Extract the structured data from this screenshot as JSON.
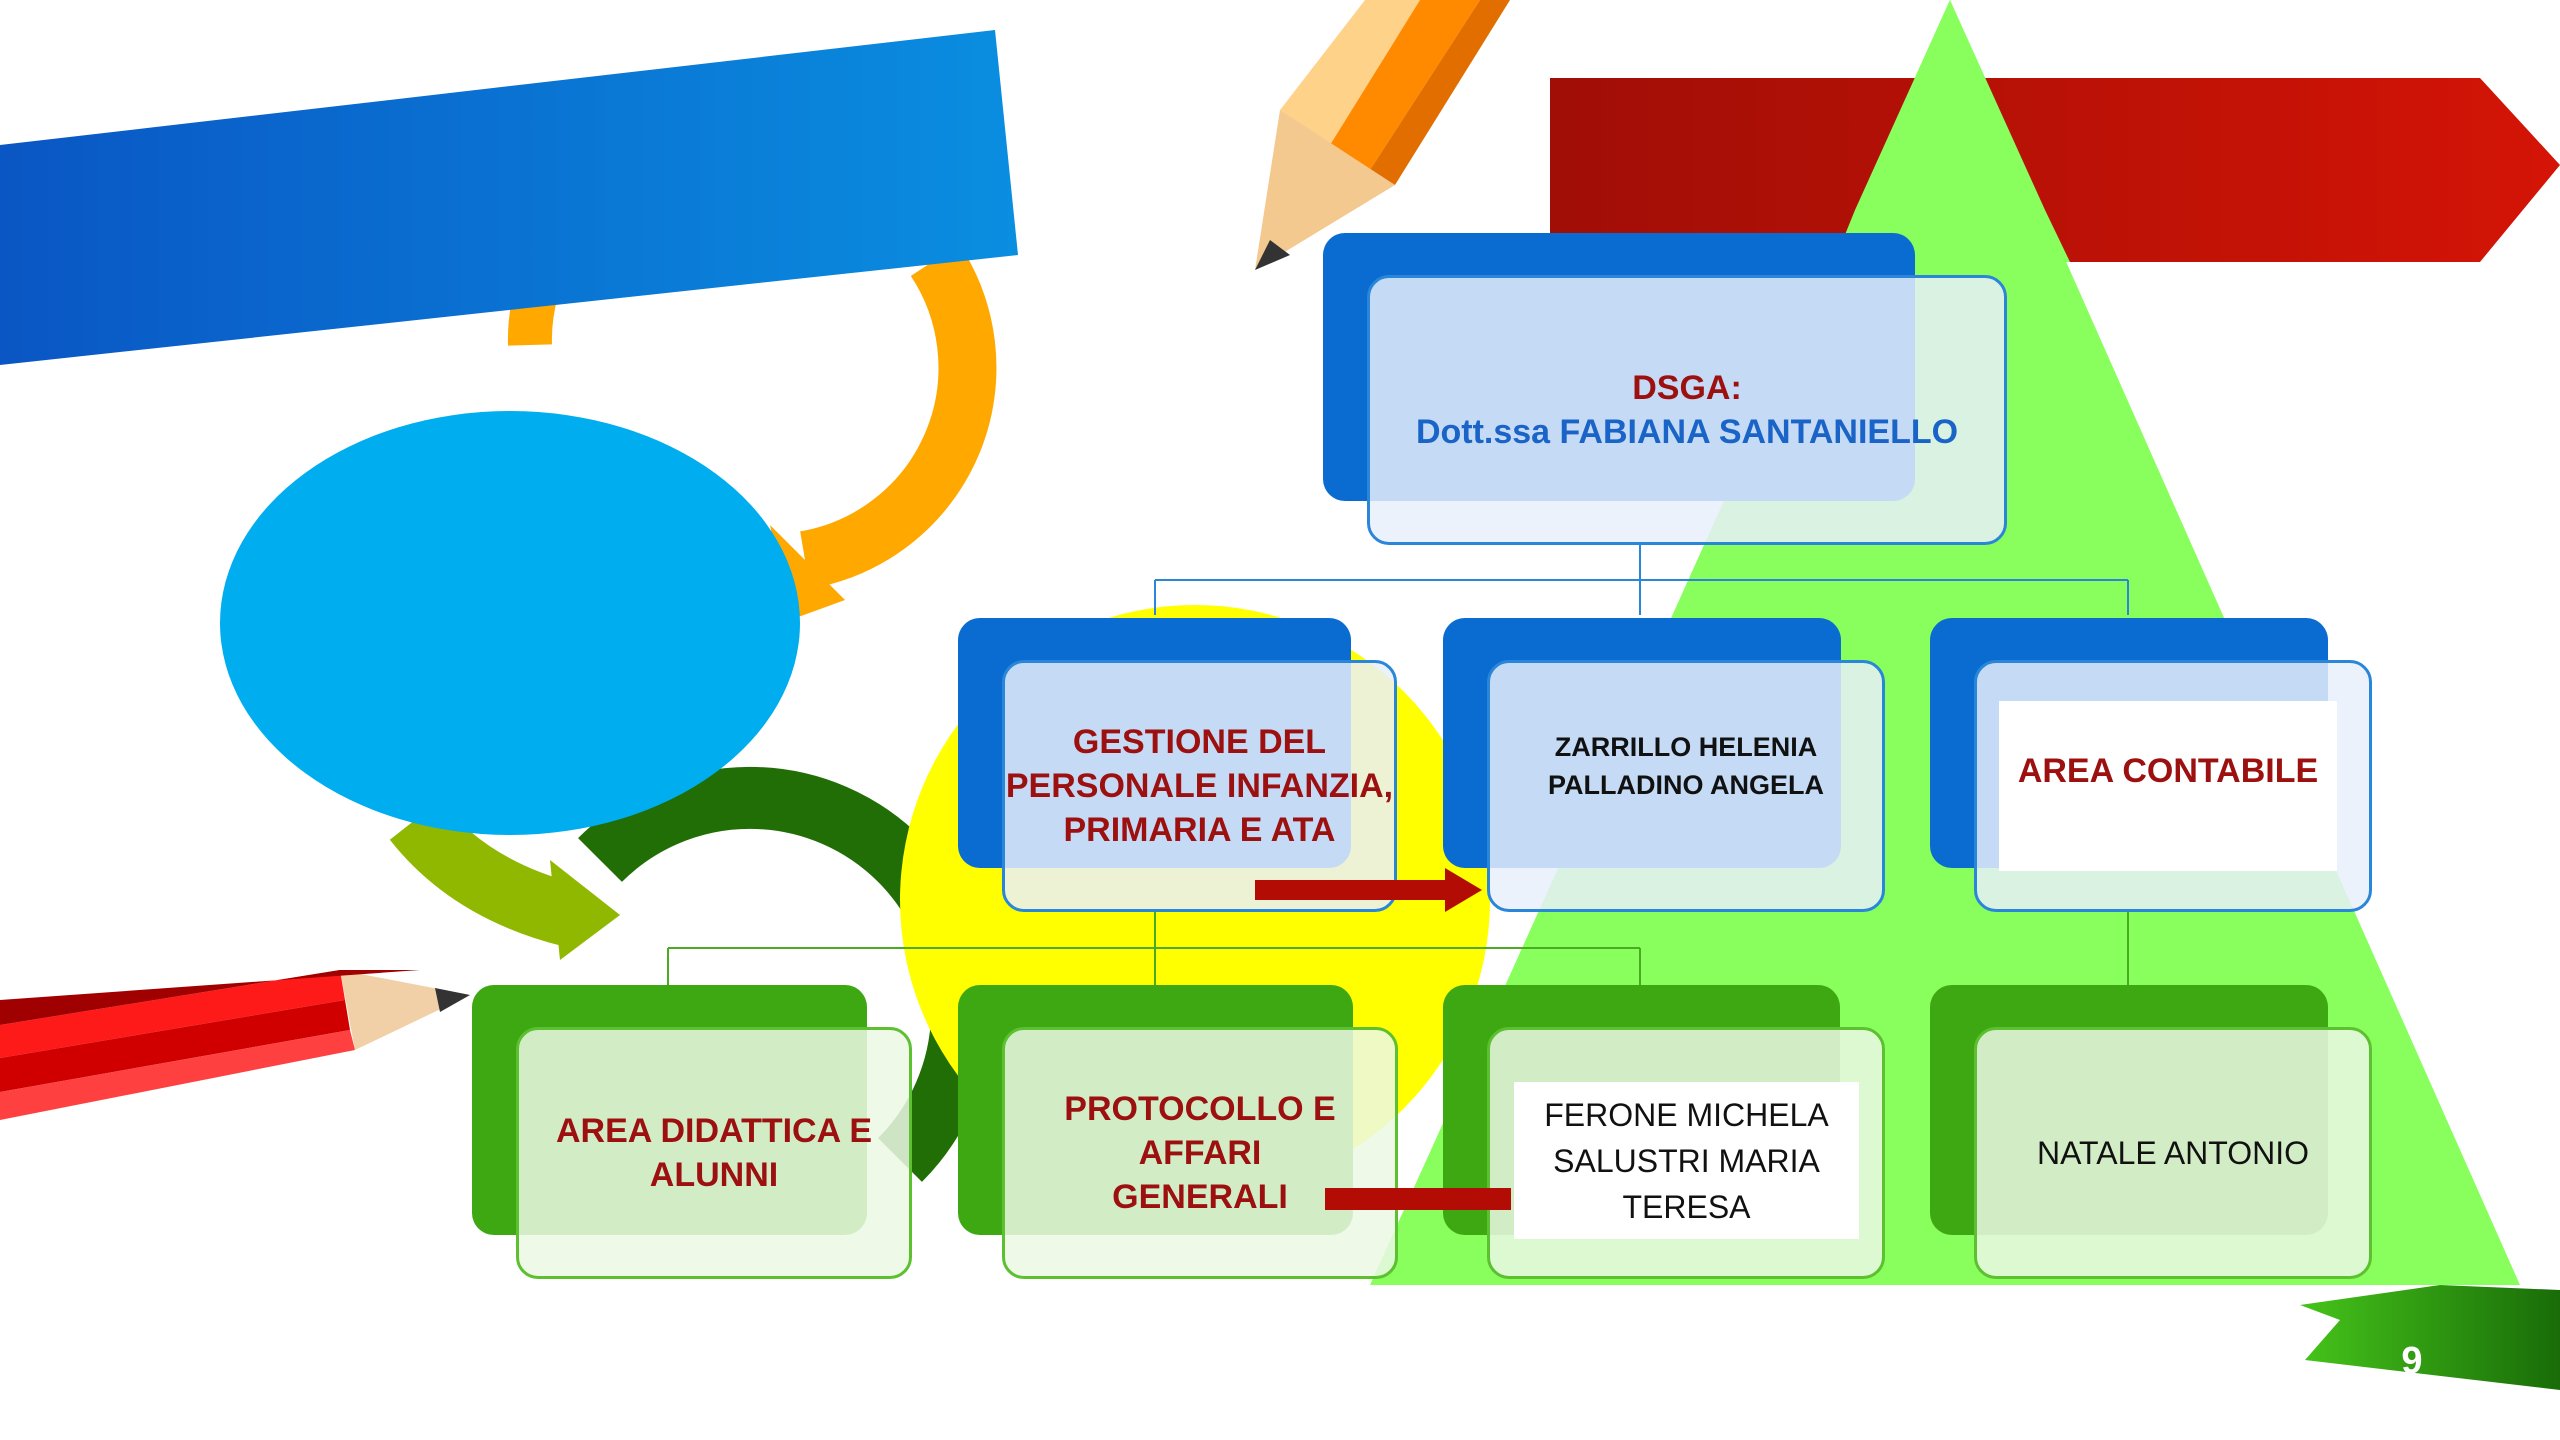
{
  "chart": {
    "root": {
      "label": "DSGA:",
      "person": "Dott.ssa FABIANA SANTANIELLO"
    },
    "level2": [
      {
        "text": "GESTIONE DEL PERSONALE  INFANZIA, PRIMARIA E ATA",
        "lines": [
          "GESTIONE DEL",
          "PERSONALE  INFANZIA,",
          "PRIMARIA E ATA"
        ]
      },
      {
        "text": "ZARRILLO HELENIA PALLADINO  ANGELA",
        "lines": [
          "ZARRILLO HELENIA",
          "PALLADINO  ANGELA"
        ]
      },
      {
        "text": "AREA CONTABILE",
        "lines": [
          "AREA CONTABILE"
        ]
      }
    ],
    "level3": [
      {
        "text": "AREA DIDATTICA E ALUNNI",
        "lines": [
          "AREA DIDATTICA E",
          "ALUNNI"
        ]
      },
      {
        "text": "PROTOCOLLO E AFFARI GENERALI",
        "lines": [
          "PROTOCOLLO E AFFARI",
          "GENERALI"
        ]
      },
      {
        "text": "FERONE MICHELA SALUSTRI MARIA TERESA",
        "lines": [
          "FERONE MICHELA",
          "SALUSTRI MARIA",
          "TERESA"
        ]
      },
      {
        "text": "NATALE ANTONIO",
        "lines": [
          "NATALE ANTONIO"
        ]
      }
    ]
  },
  "slide_number": "9",
  "colors": {
    "banner_blue": "#0a6cd0",
    "ellipse_blue": "#00aeef",
    "banner_red": "#b81206",
    "triangle_green": "#88ff5c",
    "circle_yellow": "#ffff00",
    "arrow_orange": "#ffa800",
    "title_red": "#9c1010",
    "name_blue": "#1a64c8"
  }
}
